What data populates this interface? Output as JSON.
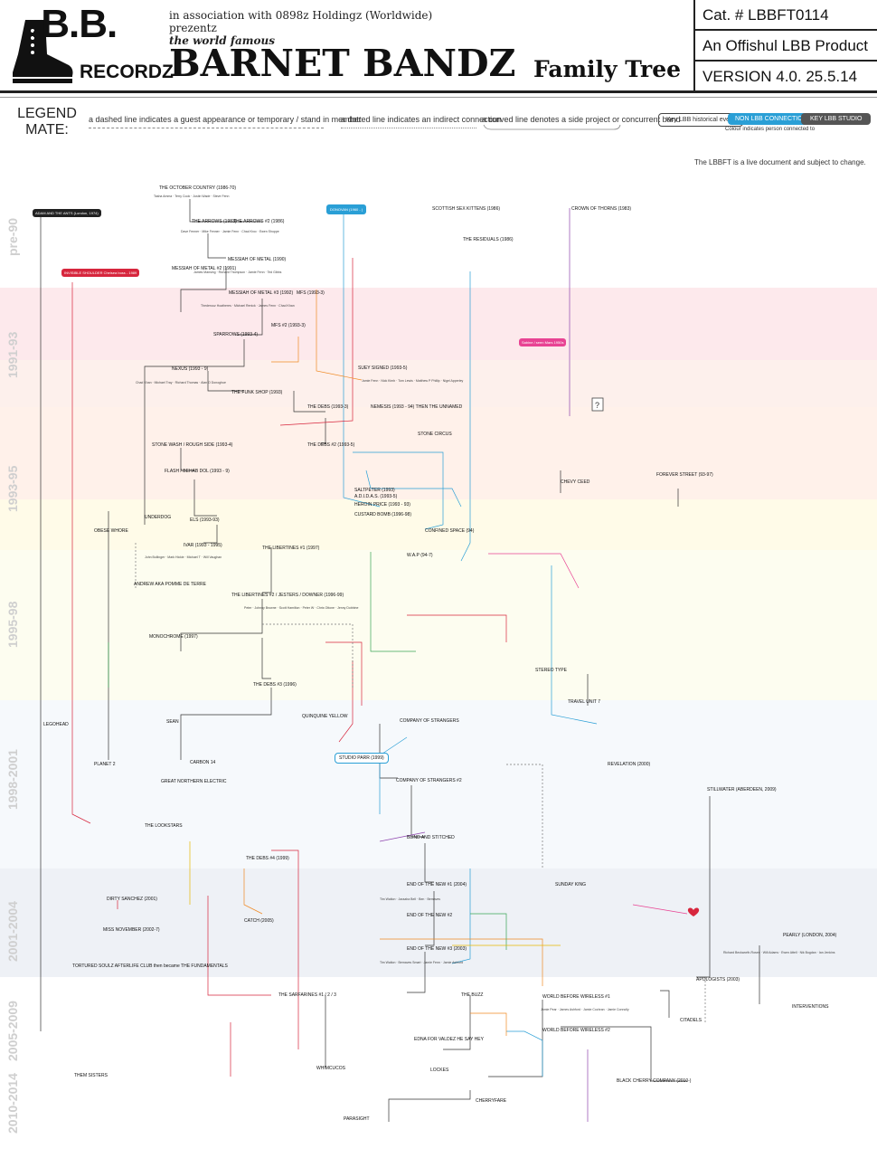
{
  "header": {
    "logo_line1": ".B.B.",
    "logo_line2": "RECORDZ",
    "association": "in association with 0898z Holdingz (Worldwide)",
    "prezentz": "prezentz",
    "world_famous": "the world famous",
    "title": "BARNET BANDZ",
    "subtitle": "Family Tree",
    "catalog": "Cat. # LBBFT0114",
    "product": "An Offishul LBB Product",
    "version": "VERSION 4.0. 25.5.14"
  },
  "legend": {
    "title_line1": "LEGEND",
    "title_line2": "MATE:",
    "dashed": "a dashed line indicates a guest appearance or temporary / stand in member",
    "dotted": "a dotted line indicates an indirect connection",
    "curved": "a curved line denotes a side project or concurrent band",
    "key_event": "Key LBB historical event",
    "non_lbb": "NON LBB CONNECTION",
    "key_studio": "KEY LBB STUDIO",
    "colour_note": "Colour indicates person connected to",
    "live_note": "The LBBFT is a live document and subject to change."
  },
  "eras": [
    "pre-90",
    "1991-93",
    "1993-95",
    "1995-98",
    "1998-2001",
    "2001-2004",
    "2005-2009",
    "2010-2014"
  ],
  "colors": {
    "blue": "#2a9fd6",
    "red": "#d7263d",
    "orange": "#f08a24",
    "green": "#3aa655",
    "purple": "#8e44ad",
    "pink": "#e84393",
    "yellow": "#e6b800",
    "dark": "#222222"
  },
  "nodes": {
    "october_country": "THE OCTOBER COUNTRY (1986-70)",
    "adam_ants": "ADAM AND THE ANTS (London, 1974)",
    "arrows1": "THE ARROWS (1983)",
    "arrows2": "THE ARROWS #2 (1986)",
    "donovan": "DONOVAN (1960 - )",
    "scottish_sex": "SCOTTISH SEX KITTENS (1986)",
    "crown_thorns": "CROWN OF THORNS (1983)",
    "residuals": "THE RESIDUALS (1986)",
    "messiah_metal": "MESSIAH OF METAL (1990)",
    "messiah_metal2": "MESSIAH OF METAL #2 (1991)",
    "invisible_shoulder": "INVISIBLE SHOULDER Chelsea boss - 1989",
    "messiah_metal3": "MESSIAH OF METAL #3 (1992)",
    "mfs": "MFS (1993-3)",
    "mfs2": "MFS #2 (1993-3)",
    "sparrows": "SPARROWS (1993-4)",
    "nexus": "NEXUS (1993 - 9)",
    "funk_shop": "THE FUNK SHOP (1993)",
    "suey_signed": "SUEY SIGNED (1993-5)",
    "nemesis": "NEMESIS (1993 - 94) then THE UNNAMED",
    "stone_circus": "STONE CIRCUS",
    "debs_1993": "THE DEBS (1993-3)",
    "stone_wash": "STONE WASH / ROUGH SIDE (1993-4)",
    "debs2": "THE DEBS #2 (1993-5)",
    "flash": "FLASH / BEHAB DOL (1993 - 9)",
    "saltpeter": "SALTPETER (1993)",
    "adidas": "A.D.I.D.A.S. (1993-5)",
    "heroin_price": "HEROIN PRICE (1993 - 93)",
    "custard_bomb": "CUSTARD BOMB (1996-98)",
    "confined_space": "CONFINED SPACE (94)",
    "chevy_ceed": "CHEVY CEED",
    "forever_street": "FOREVER STREET (93-97)",
    "obese_whore": "OBESE WHORE",
    "underdog": "UNDERDOG",
    "els": "ELS (1993-93)",
    "ivar": "IVAR (1993 - 1995)",
    "libertines1": "THE LIBERTINES #1 (1997)",
    "map": "W.A.P (94-7)",
    "andrew": "ANDREW aka POMME DE TERRE",
    "libertines2": "THE LIBERTINES #2 / JESTERS / DOWNER (1996-99)",
    "monochrome": "MONOCHROME (1997)",
    "stereo_type": "STEREO TYPE",
    "debs3": "THE DEBS #3 (1996)",
    "travel_unit": "TRAVEL UNIT 7",
    "sean": "SEAN",
    "quinquine": "QUINQUINE YELLOW",
    "company_strangers": "COMPANY OF STRANGERS",
    "studio_parr": "STUDIO PARR (1999)",
    "legohead": "LEGOHEAD",
    "planet2": "PLANET 2",
    "carbon": "CARBON 14",
    "great_northern": "GREAT NORTHERN ELECTRIC",
    "revelation": "REVELATION (2000)",
    "company_strangers2": "COMPANY OF STRANGERS #2",
    "stillwater": "STILLWATER (Aberdeen, 2009)",
    "lookstars": "THE LOOKSTARS",
    "blind_stitched": "BLIND AND STITCHED",
    "debs4": "THE DEBS #4 (1999)",
    "sunday_king": "SUNDAY KING",
    "end_new1": "END OF THE NEW #1 (2004)",
    "dirty_sanchez": "DIRTY SANCHEZ (2001)",
    "end_new2": "END OF THE NEW #2",
    "catch": "CATCH (2005)",
    "miss_november": "MISS NOVEMBER (2002-7)",
    "end_new3": "END OF THE NEW #3 (2003)",
    "tortured_soulz": "TORTURED SOULZ AFTERLIFE CLUB then became THE FUNDAMENTALS",
    "pearly": "PEARLY (London, 2004)",
    "apologists": "APOLOGISTS (2003)",
    "sarfarines": "THE SARFARINES #1 / 2 / 3",
    "buzz": "THE BUZZ",
    "world_wireless1": "WORLD BEFORE WIRELESS #1",
    "interventions": "INTERVENTIONS",
    "citadels": "CITADELS",
    "world_wireless2": "WORLD BEFORE WIRELESS #2",
    "edna": "EDNA FOR VALDEZ HE SAY HEY",
    "them_sisters": "THEM SISTERS",
    "whimcucos": "WHIMCUCOS",
    "lockes": "LOCKES",
    "black_cherry": "BLACK CHERRY COMPANY (2010-)",
    "cherryfare": "CHERRYFARE",
    "parasight": "PARASIGHT"
  }
}
